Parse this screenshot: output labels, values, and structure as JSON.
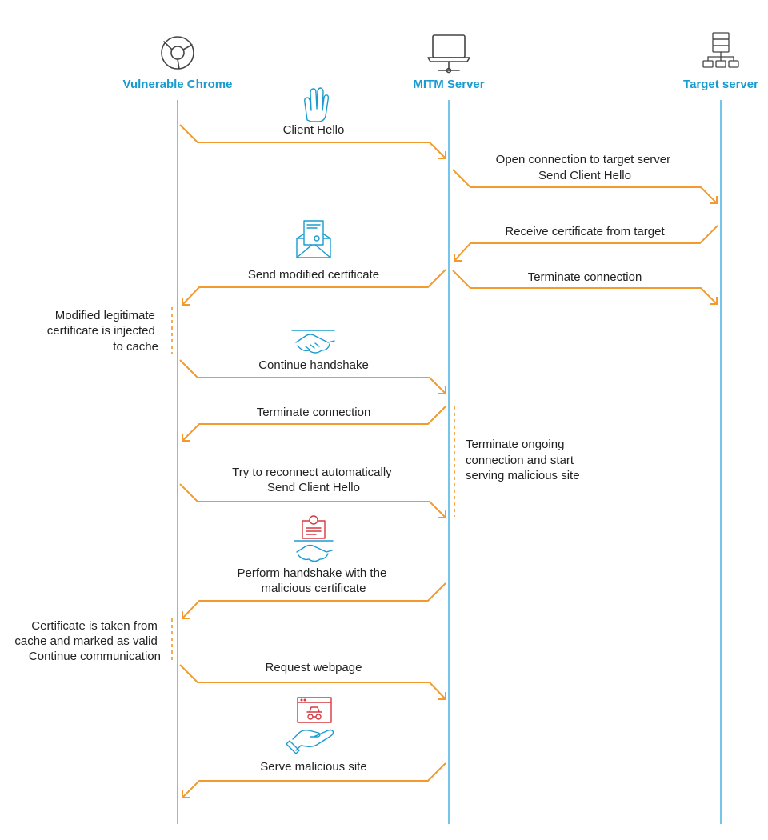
{
  "actors": [
    {
      "id": "chrome",
      "label": "Vulnerable Chrome",
      "icon": "chrome-browser-icon"
    },
    {
      "id": "mitm",
      "label": "MITM Server",
      "icon": "laptop-network-icon"
    },
    {
      "id": "target",
      "label": "Target server",
      "icon": "server-network-icon"
    }
  ],
  "messages": [
    {
      "from": "chrome",
      "to": "mitm",
      "lines": [
        "Client Hello"
      ]
    },
    {
      "from": "mitm",
      "to": "target",
      "lines": [
        "Open connection to target server",
        "Send Client Hello"
      ]
    },
    {
      "from": "target",
      "to": "mitm",
      "lines": [
        "Receive certificate from target"
      ]
    },
    {
      "from": "mitm",
      "to": "chrome",
      "lines": [
        "Send modified certificate"
      ]
    },
    {
      "from": "mitm",
      "to": "target",
      "lines": [
        "Terminate connection"
      ]
    },
    {
      "from": "chrome",
      "to": "mitm",
      "lines": [
        "Continue handshake"
      ]
    },
    {
      "from": "mitm",
      "to": "chrome",
      "lines": [
        "Terminate connection"
      ]
    },
    {
      "from": "chrome",
      "to": "mitm",
      "lines": [
        "Try to reconnect automatically",
        "Send Client Hello"
      ]
    },
    {
      "from": "mitm",
      "to": "chrome",
      "lines": [
        "Perform handshake with the",
        "malicious certificate"
      ]
    },
    {
      "from": "chrome",
      "to": "mitm",
      "lines": [
        "Request webpage"
      ]
    },
    {
      "from": "mitm",
      "to": "chrome",
      "lines": [
        "Serve malicious site"
      ]
    }
  ],
  "notes": [
    {
      "lines": [
        "Modified legitimate",
        "certificate is injected",
        "to cache"
      ]
    },
    {
      "lines": [
        "Terminate ongoing",
        "connection and start",
        "serving malicious site"
      ]
    },
    {
      "lines": [
        "Certificate is taken from",
        "cache and marked as valid",
        "Continue communication"
      ]
    }
  ],
  "step_icons": [
    "waving-hand-icon",
    "certificate-envelope-icon",
    "handshake-icon",
    "malicious-certificate-handshake-icon",
    "malicious-site-hand-icon"
  ],
  "colors": {
    "actor_label": "#1a9bd0",
    "lifeline": "#2aa6dc",
    "arrow": "#f29a2e",
    "note_bar": "#f29a2e",
    "text": "#222222",
    "malicious_icon": "#d6383f"
  }
}
